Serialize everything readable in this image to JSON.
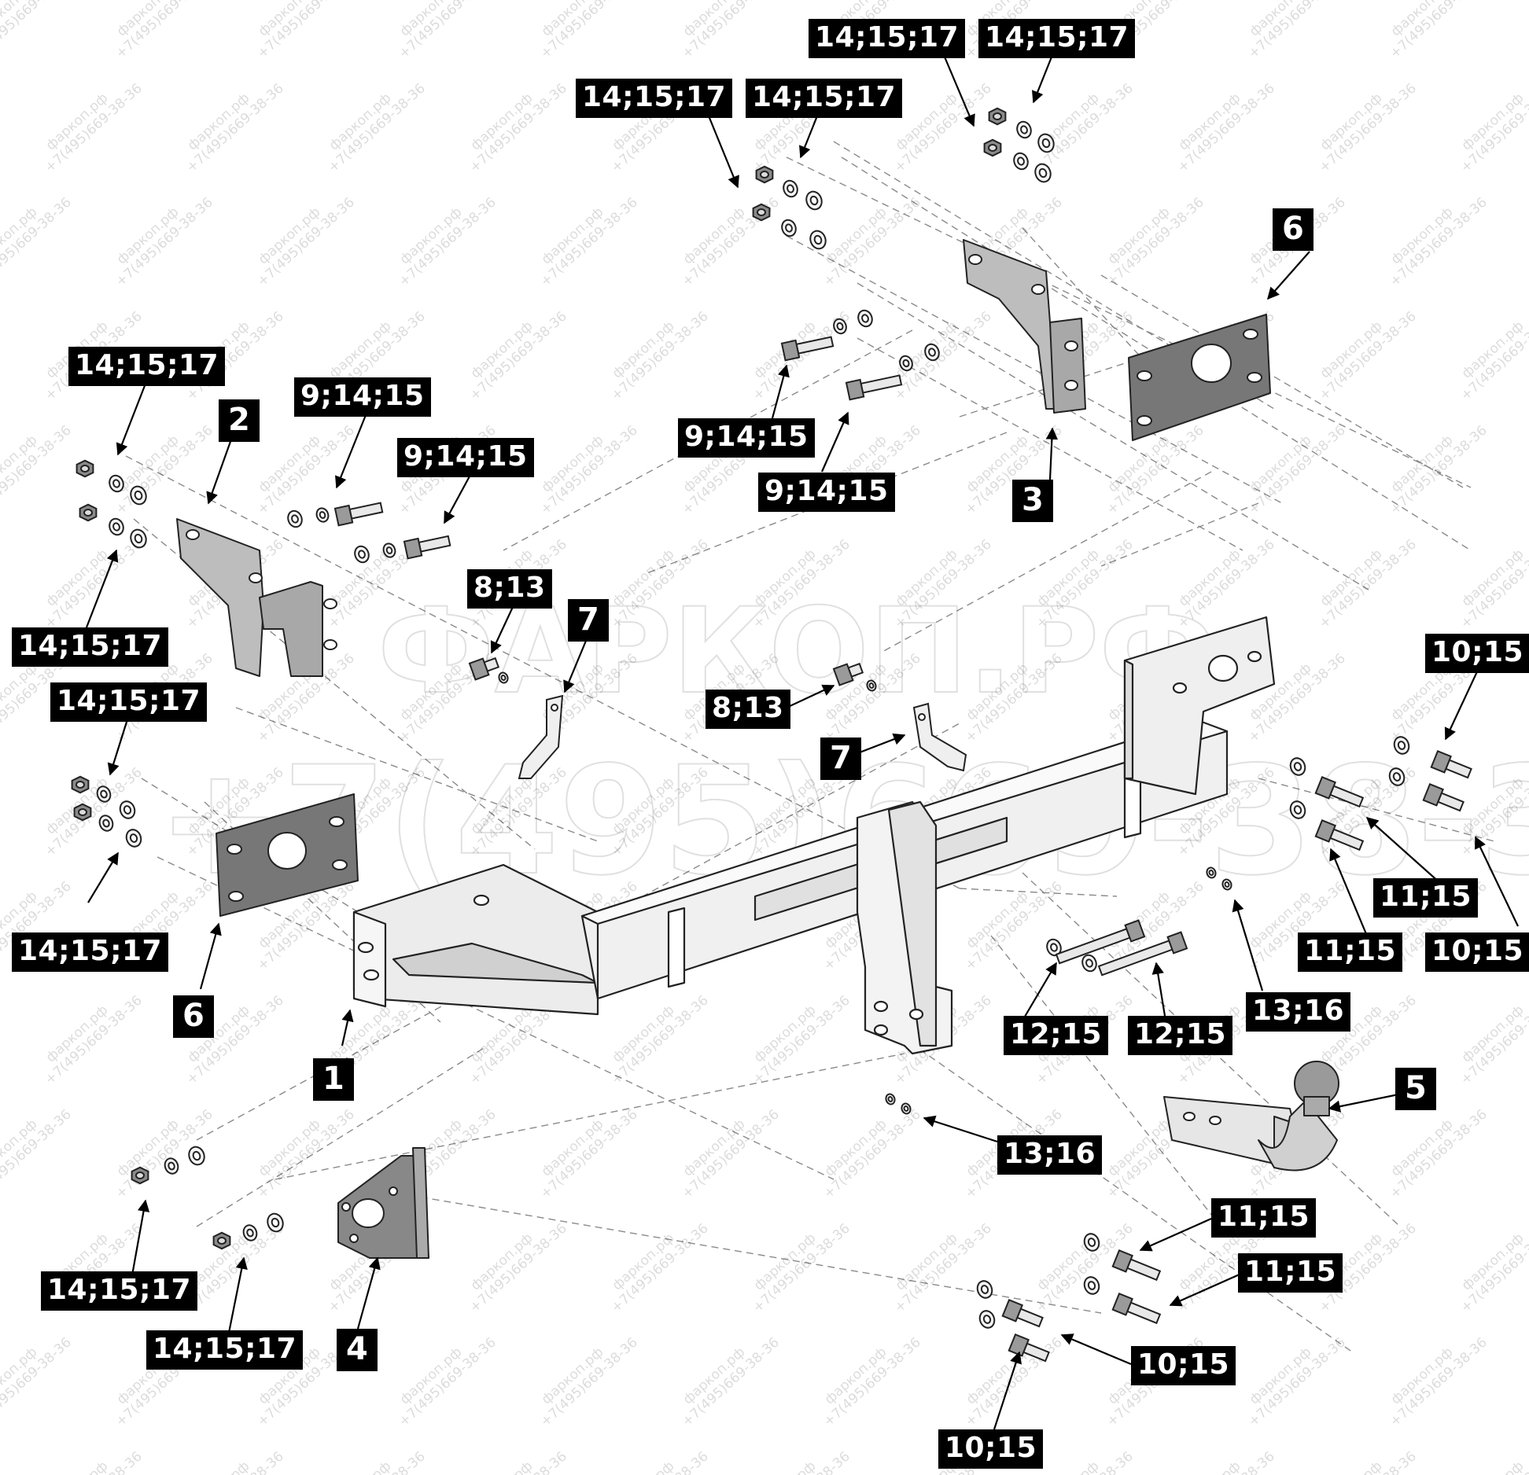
{
  "watermark": {
    "brand": "ФАРКОП.РФ",
    "phone": "+7(495)669-38-36",
    "tile_line1": "фаркоп.рф",
    "tile_line2": "+7(495)669-38-36"
  },
  "callouts": {
    "c1": "14;15;17",
    "c2": "14;15;17",
    "c3": "14;15;17",
    "c4": "14;15;17",
    "c5": "14;15;17",
    "c6": "14;15;17",
    "c7": "14;15;17",
    "c8": "14;15;17",
    "c9": "14;15;17",
    "c10": "14;15;17",
    "c11": "9;14;15",
    "c12": "9;14;15",
    "c13": "9;14;15",
    "c14": "9;14;15",
    "c15": "8;13",
    "c16": "8;13",
    "c17": "7",
    "c18": "7",
    "c19": "2",
    "c20": "3",
    "c21": "6",
    "c22": "6",
    "c23": "1",
    "c24": "4",
    "c25": "5",
    "c26": "10;15",
    "c27": "10;15",
    "c28": "10;15",
    "c29": "10;15",
    "c30": "11;15",
    "c31": "11;15",
    "c32": "11;15",
    "c33": "11;15",
    "c34": "12;15",
    "c35": "12;15",
    "c36": "13;16",
    "c37": "13;16"
  },
  "colors": {
    "label_bg": "#000000",
    "label_text": "#ffffff",
    "part_fill": "#e6e6e6",
    "dark_part": "#6b6b6b",
    "leader": "#777777"
  }
}
